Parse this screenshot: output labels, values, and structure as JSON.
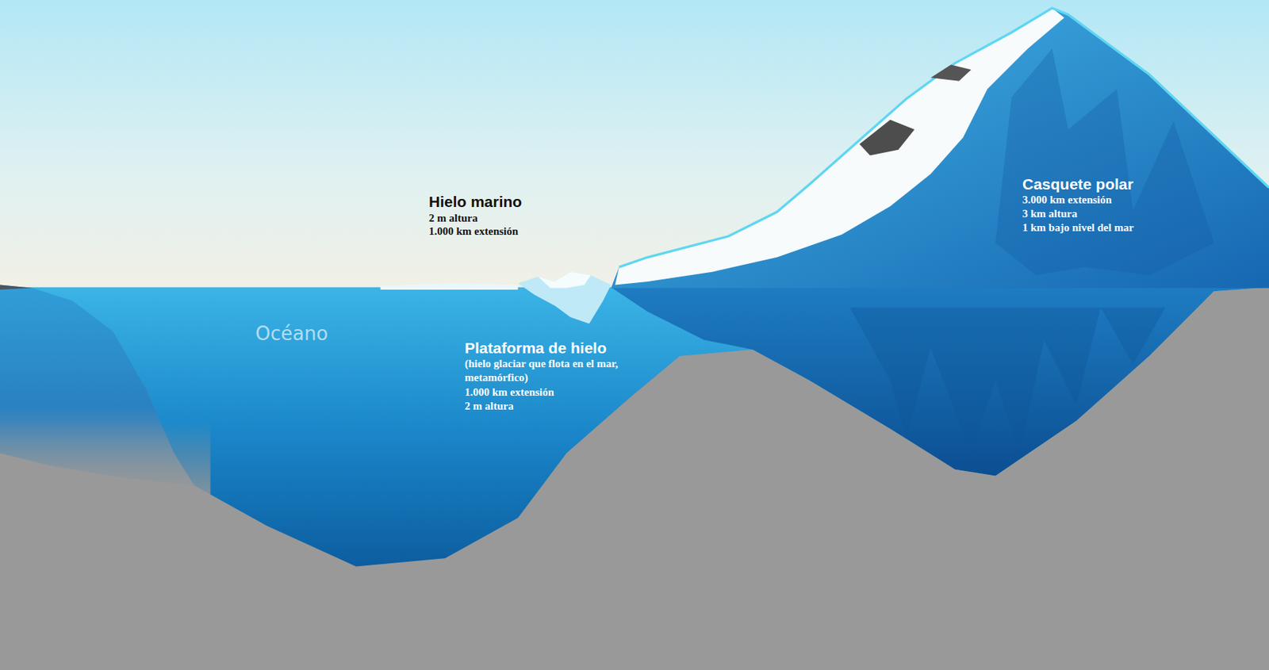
{
  "diagram": {
    "labels": [
      "Hielo marino",
      "2 m altura",
      "1.000 km extensión",
      "Océano",
      "Plataforma de hielo",
      "(hielo glaciar que flota en el mar, metamórfico)",
      "1.000 km extensión",
      "2 m altura",
      "Casquete polar",
      "3.000 km extensión",
      "3 km altura",
      "1 km bajo nivel del mar"
    ]
  }
}
